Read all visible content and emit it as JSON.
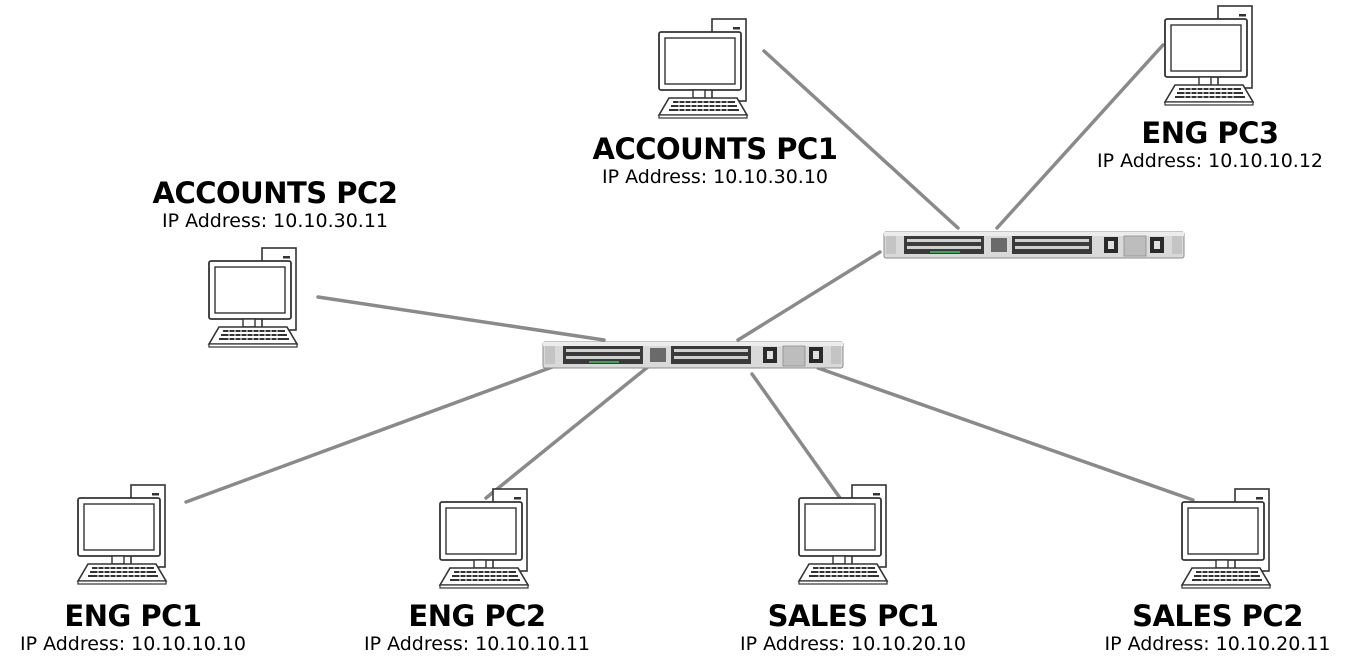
{
  "nodes": {
    "accounts_pc1": {
      "name": "ACCOUNTS PC1",
      "ip": "IP Address: 10.10.30.10"
    },
    "accounts_pc2": {
      "name": "ACCOUNTS PC2",
      "ip": "IP Address: 10.10.30.11"
    },
    "eng_pc1": {
      "name": "ENG PC1",
      "ip": "IP Address: 10.10.10.10"
    },
    "eng_pc2": {
      "name": "ENG PC2",
      "ip": "IP Address: 10.10.10.11"
    },
    "eng_pc3": {
      "name": "ENG PC3",
      "ip": "IP Address: 10.10.10.12"
    },
    "sales_pc1": {
      "name": "SALES PC1",
      "ip": "IP Address: 10.10.20.10"
    },
    "sales_pc2": {
      "name": "SALES PC2",
      "ip": "IP Address: 10.10.20.11"
    }
  },
  "colors": {
    "link": "#8a8a8a",
    "outline": "#333333",
    "switch_body": "#d9d9d9",
    "port_green": "#3aa655"
  },
  "icons": {
    "pc": "desktop-computer-icon",
    "switch": "network-switch-icon"
  }
}
